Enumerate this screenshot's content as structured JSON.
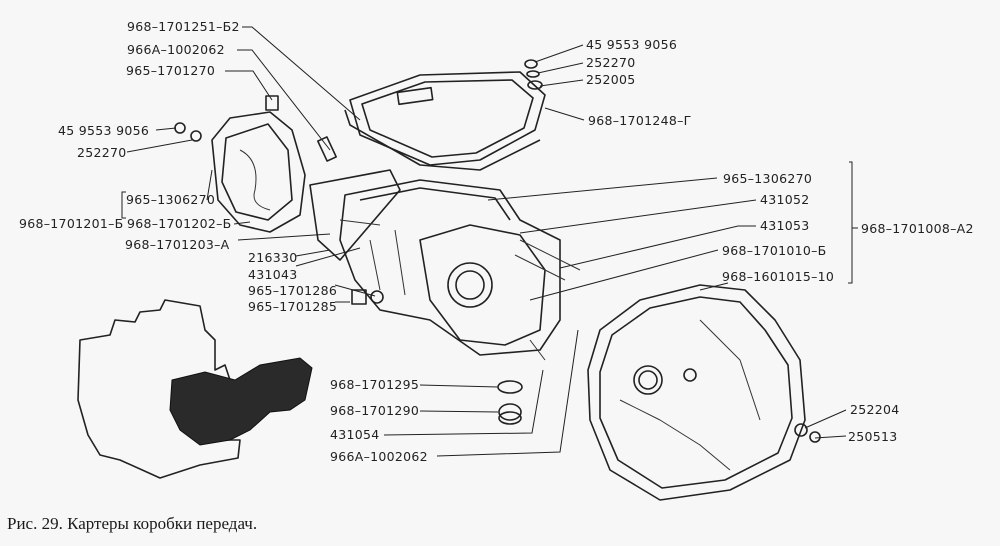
{
  "figure": {
    "caption": "Рис. 29. Картеры коробки передач.",
    "background_color": "#f7f7f7",
    "ink_color": "#222222"
  },
  "labels": {
    "l01": "968–1701251–Б2",
    "l02": "966А–1002062",
    "l03": "965–1701270",
    "l04": "45 9553 9056",
    "l05": "252270",
    "l06": "965–1306270",
    "l07": "968–1701201–Б",
    "l08": "968–1701202–Б",
    "l09": "968–1701203–А",
    "l10": "216330",
    "l11": "431043",
    "l12": "965–1701286",
    "l13": "965–1701285",
    "l14": "45 9553 9056",
    "l15": "252270",
    "l16": "252005",
    "l17": "968–1701248–Г",
    "l18": "965–1306270",
    "l19": "431052",
    "l20": "431053",
    "l21": "968–1701010–Б",
    "l22": "968–1601015–10",
    "l23": "968–1701008–А2",
    "l24": "968–1701295",
    "l25": "968–1701290",
    "l26": "431054",
    "l27": "966А–1002062",
    "l28": "252204",
    "l29": "250513"
  },
  "parts": [
    {
      "name": "top-cover-gasket"
    },
    {
      "name": "rear-cover-housing"
    },
    {
      "name": "gearbox-main-housing"
    },
    {
      "name": "clutch-bell-housing"
    },
    {
      "name": "drain-plug"
    },
    {
      "name": "breather-cap"
    },
    {
      "name": "engine-gearbox-assembly-thumbnail"
    }
  ]
}
